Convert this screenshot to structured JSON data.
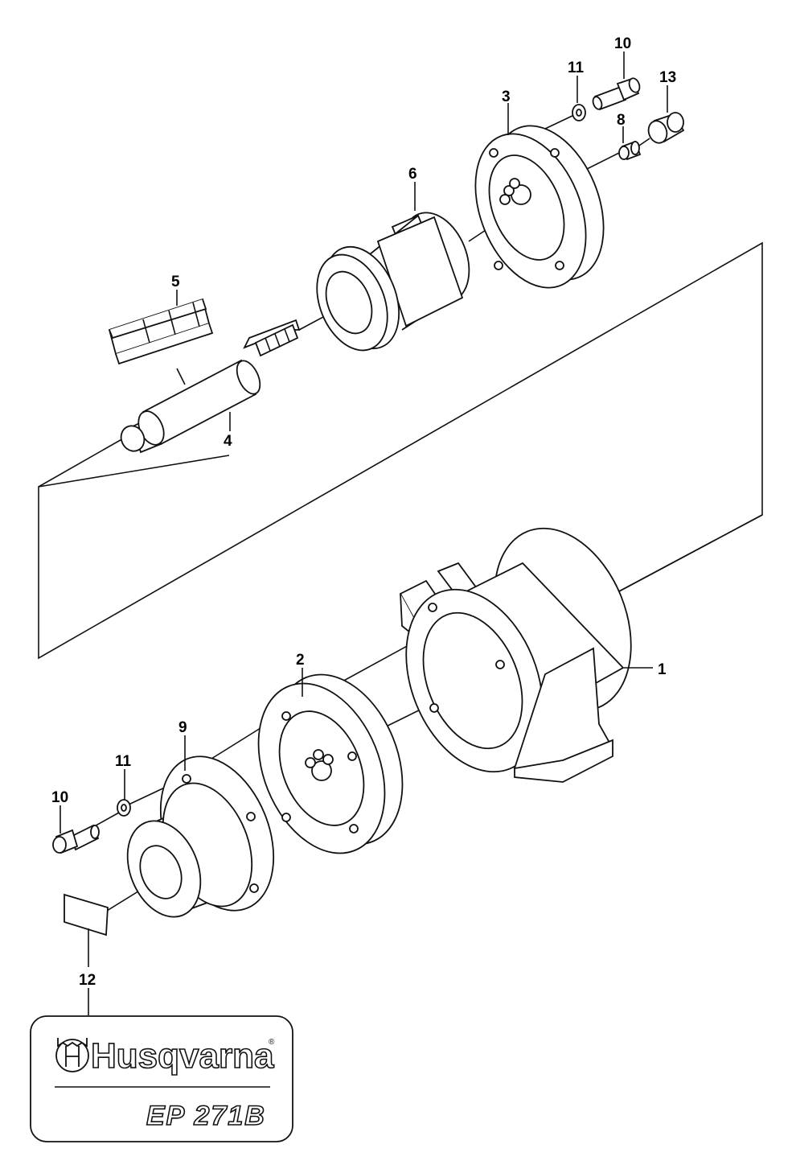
{
  "callouts": [
    {
      "id": "1",
      "label": "1"
    },
    {
      "id": "2",
      "label": "2"
    },
    {
      "id": "3",
      "label": "3"
    },
    {
      "id": "4",
      "label": "4"
    },
    {
      "id": "5",
      "label": "5"
    },
    {
      "id": "6",
      "label": "6"
    },
    {
      "id": "8",
      "label": "8"
    },
    {
      "id": "9",
      "label": "9"
    },
    {
      "id": "10a",
      "label": "10"
    },
    {
      "id": "10b",
      "label": "10"
    },
    {
      "id": "11a",
      "label": "11"
    },
    {
      "id": "11b",
      "label": "11"
    },
    {
      "id": "12",
      "label": "12"
    },
    {
      "id": "13",
      "label": "13"
    }
  ],
  "decal": {
    "brand": "Husqvarna",
    "registered": "®",
    "model": "EP 271B"
  }
}
